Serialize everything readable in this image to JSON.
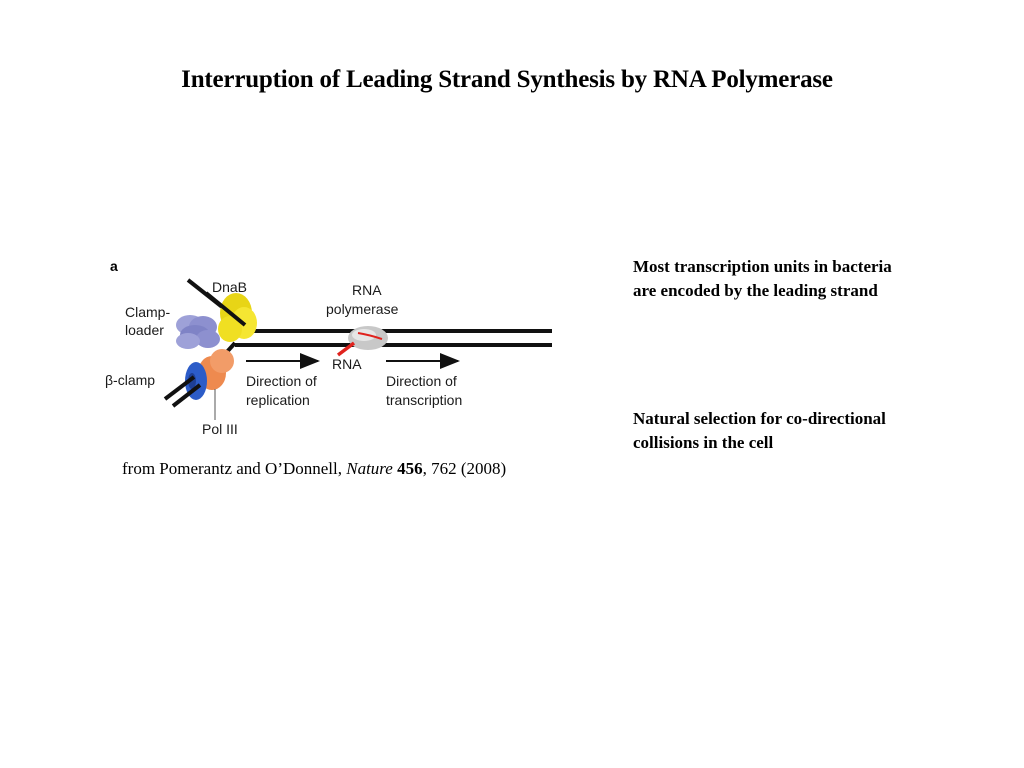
{
  "title": "Interruption of Leading Strand Synthesis by RNA Polymerase",
  "diagram": {
    "panel_letter": "a",
    "labels": {
      "dnab": "DnaB",
      "clamp_loader_1": "Clamp-",
      "clamp_loader_2": "loader",
      "beta_clamp": "β-clamp",
      "pol_iii": "Pol III",
      "rna_polymerase_1": "RNA",
      "rna_polymerase_2": "polymerase",
      "rna": "RNA",
      "direction_replication_1": "Direction of",
      "direction_replication_2": "replication",
      "direction_transcription_1": "Direction of",
      "direction_transcription_2": "transcription"
    },
    "colors": {
      "dnab": "#f2e21c",
      "clamp_loader": "#8d90cf",
      "pol_iii": "#ee8a4f",
      "beta_clamp": "#2c5cc8",
      "rna": "#e0221d",
      "rna_polymerase": "#c8c8c8",
      "dna": "#111111"
    }
  },
  "citation": {
    "prefix": "from Pomerantz and O’Donnell, ",
    "journal": "Nature",
    "volume": "456",
    "rest": ", 762 (2008)"
  },
  "notes": {
    "leading_strand": [
      "Most transcription units in bacteria",
      "are encoded by the leading strand"
    ],
    "selection": [
      "Natural selection for co-directional",
      "collisions in the cell"
    ]
  }
}
